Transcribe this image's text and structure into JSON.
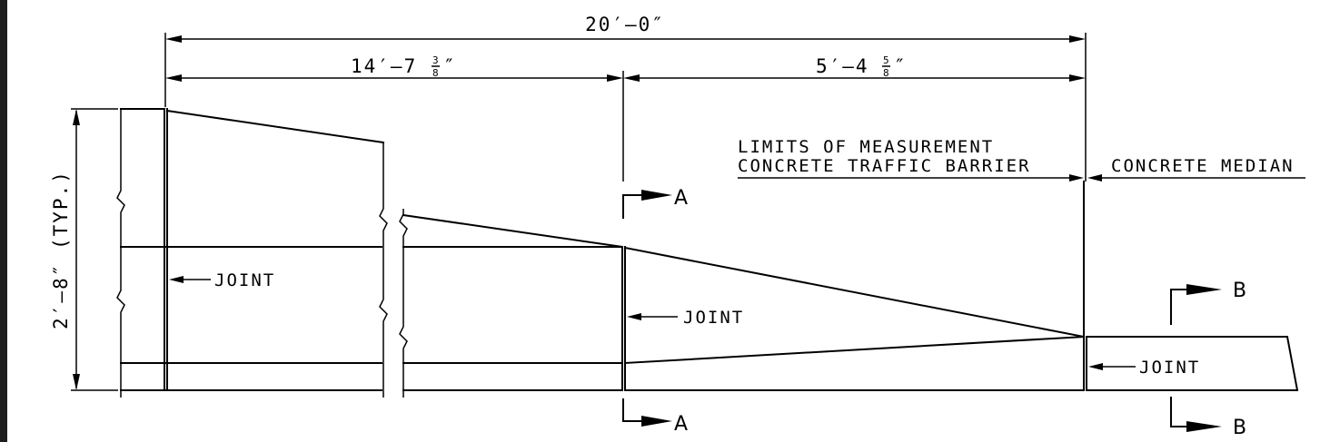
{
  "dimensions": {
    "overall": "20′–0″",
    "left_whole": "14′–7",
    "left_fraction_num": "3",
    "left_fraction_den": "8",
    "right_whole": "5′–4",
    "right_fraction_num": "5",
    "right_fraction_den": "8",
    "height": "2′–8″ (TYP.)"
  },
  "notes": {
    "limits_line1": "LIMITS OF MEASUREMENT",
    "limits_line2": "CONCRETE TRAFFIC BARRIER",
    "median": "CONCRETE MEDIAN"
  },
  "joints": {
    "joint1": "JOINT",
    "joint2": "JOINT",
    "joint3": "JOINT"
  },
  "sections": {
    "a_top": "A",
    "a_bottom": "A",
    "b_top": "B",
    "b_bottom": "B"
  },
  "colors": {
    "left_edge_bar": "#1e1e1e",
    "line": "#000000",
    "background": "#ffffff"
  }
}
